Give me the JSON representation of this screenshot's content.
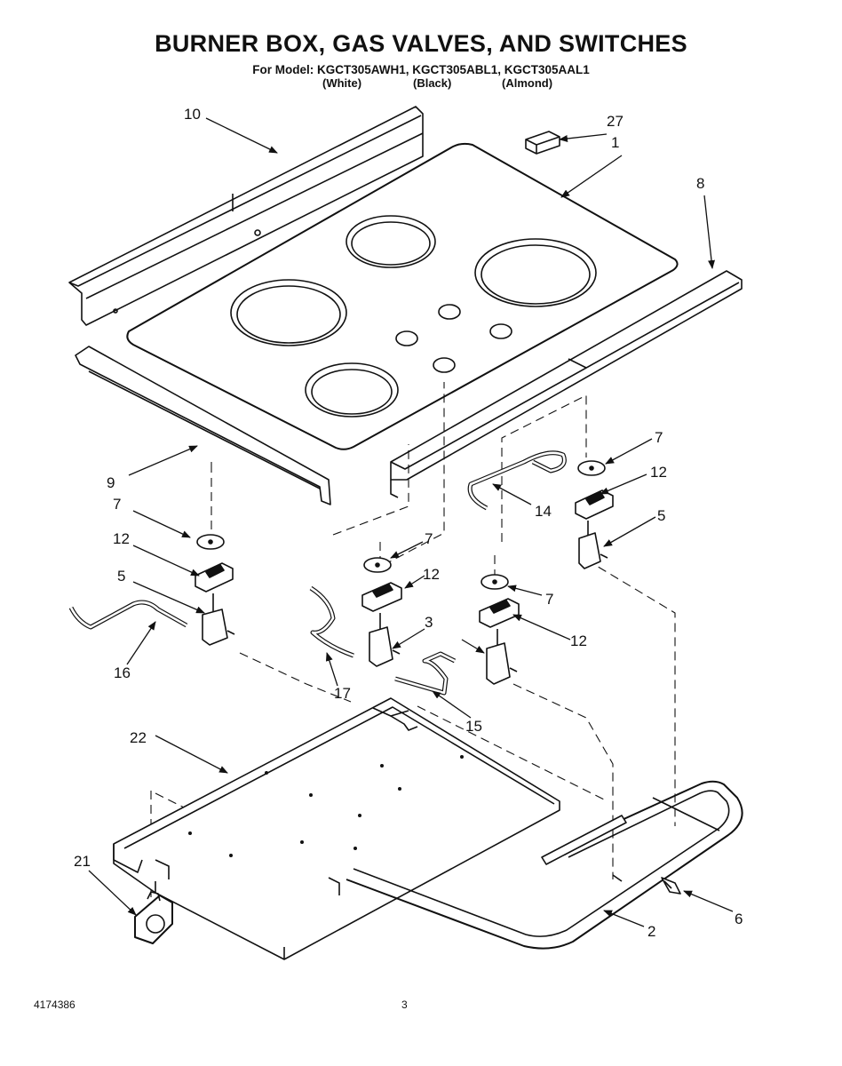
{
  "header": {
    "title": "BURNER BOX, GAS VALVES, AND SWITCHES",
    "model_line": "For Model: KGCT305AWH1, KGCT305ABL1, KGCT305AAL1",
    "variants": [
      "(White)",
      "(Black)",
      "(Almond)"
    ]
  },
  "callouts": {
    "c1": "1",
    "c2": "2",
    "c3": "3",
    "c5a": "5",
    "c5b": "5",
    "c6": "6",
    "c7a": "7",
    "c7b": "7",
    "c7c": "7",
    "c7d": "7",
    "c8": "8",
    "c9": "9",
    "c10": "10",
    "c12a": "12",
    "c12b": "12",
    "c12c": "12",
    "c12d": "12",
    "c14": "14",
    "c15": "15",
    "c16": "16",
    "c17": "17",
    "c21": "21",
    "c22": "22",
    "c27": "27"
  },
  "footer": {
    "doc_number": "4174386",
    "page_number": "3"
  }
}
